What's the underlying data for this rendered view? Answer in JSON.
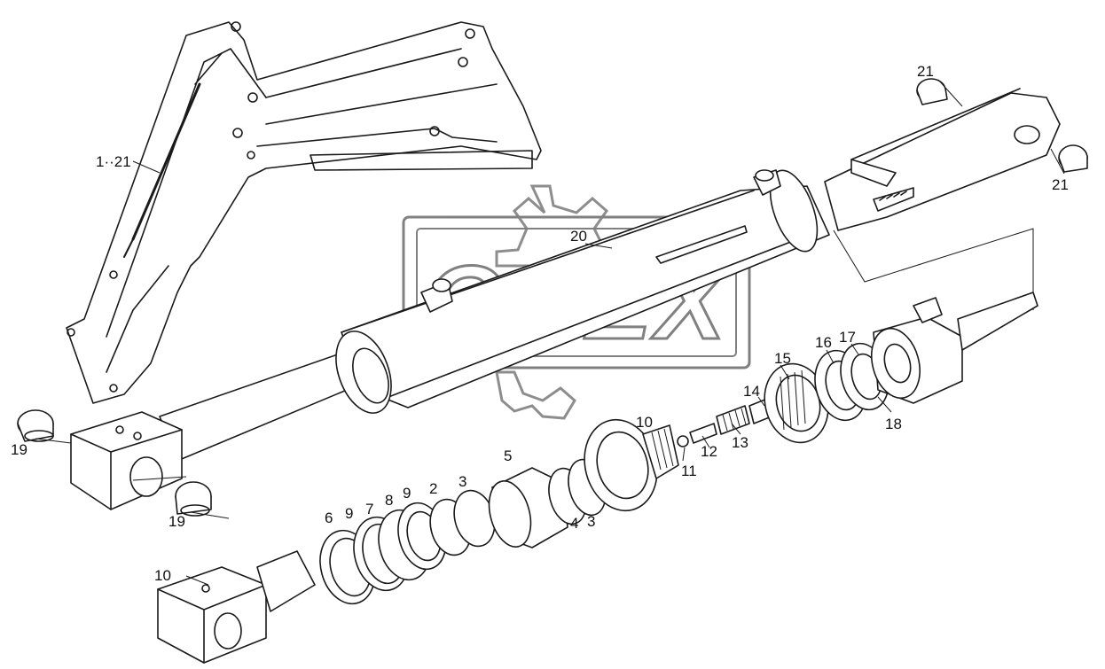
{
  "watermark": {
    "text": "OPEX"
  },
  "callouts": [
    {
      "id": "c-1-21",
      "text": "1··21"
    },
    {
      "id": "c-21a",
      "text": "21"
    },
    {
      "id": "c-21b",
      "text": "21"
    },
    {
      "id": "c-20",
      "text": "20"
    },
    {
      "id": "c-19a",
      "text": "19"
    },
    {
      "id": "c-19b",
      "text": "19"
    },
    {
      "id": "c-10a",
      "text": "10"
    },
    {
      "id": "c-10b",
      "text": "10"
    },
    {
      "id": "c-11",
      "text": "11"
    },
    {
      "id": "c-12",
      "text": "12"
    },
    {
      "id": "c-13",
      "text": "13"
    },
    {
      "id": "c-14",
      "text": "14"
    },
    {
      "id": "c-15",
      "text": "15"
    },
    {
      "id": "c-16",
      "text": "16"
    },
    {
      "id": "c-17",
      "text": "17"
    },
    {
      "id": "c-18",
      "text": "18"
    },
    {
      "id": "c-5",
      "text": "5"
    },
    {
      "id": "c-3a",
      "text": "3"
    },
    {
      "id": "c-3b",
      "text": "3"
    },
    {
      "id": "c-4",
      "text": "4"
    },
    {
      "id": "c-2",
      "text": "2"
    },
    {
      "id": "c-9a",
      "text": "9"
    },
    {
      "id": "c-9b",
      "text": "9"
    },
    {
      "id": "c-8",
      "text": "8"
    },
    {
      "id": "c-7",
      "text": "7"
    },
    {
      "id": "c-6",
      "text": "6"
    }
  ]
}
